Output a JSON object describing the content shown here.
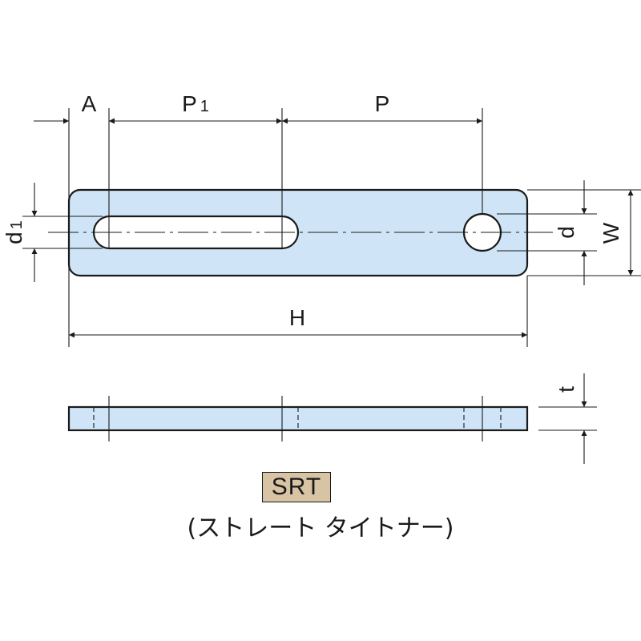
{
  "diagram": {
    "title": "SRT",
    "subtitle": "(ストレート タイトナー)",
    "plate_color": "#cfe5f7",
    "title_box_color": "#d8c3a5"
  },
  "dimensions": {
    "A": "A",
    "P1_main": "P",
    "P1_sub": "1",
    "P": "P",
    "H": "H",
    "d1_main": "d",
    "d1_sub": "1",
    "d": "d",
    "W": "W",
    "t": "t"
  }
}
